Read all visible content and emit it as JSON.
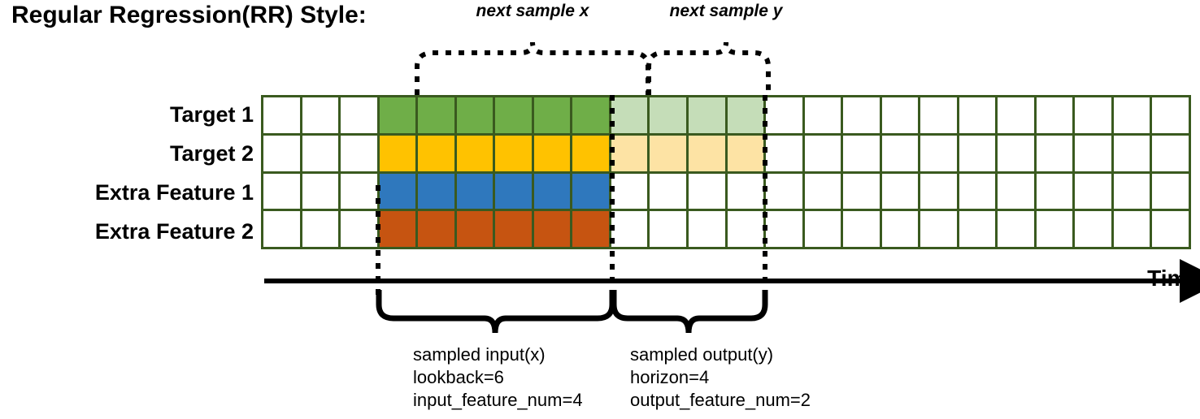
{
  "title": "Regular Regression(RR) Style:",
  "rows": [
    {
      "label": "Target 1",
      "fill": "#6fae48",
      "light": "#c5ddb8"
    },
    {
      "label": "Target 2",
      "fill": "#ffc200",
      "light": "#fde3a4"
    },
    {
      "label": "Extra Feature 1",
      "fill": "#2f78bd",
      "light": null
    },
    {
      "label": "Extra Feature 2",
      "fill": "#c65411",
      "light": null
    }
  ],
  "grid": {
    "columns": 24,
    "leading_blank_cols": 3,
    "input_cols": 6,
    "output_cols": 4,
    "trailing_blank_cols": 11,
    "border_color": "#3a5a1f",
    "empty_color": "#ffffff"
  },
  "time_axis": {
    "label": "Time"
  },
  "top_annotations": [
    {
      "name": "next-sample-x",
      "text": "next sample x"
    },
    {
      "name": "next-sample-y",
      "text": "next sample y"
    }
  ],
  "bottom_annotations": [
    {
      "name": "sampled-input",
      "lines": [
        "sampled input(x)",
        "lookback=6",
        "input_feature_num=4"
      ]
    },
    {
      "name": "sampled-output",
      "lines": [
        "sampled output(y)",
        "horizon=4",
        "output_feature_num=2"
      ]
    }
  ]
}
